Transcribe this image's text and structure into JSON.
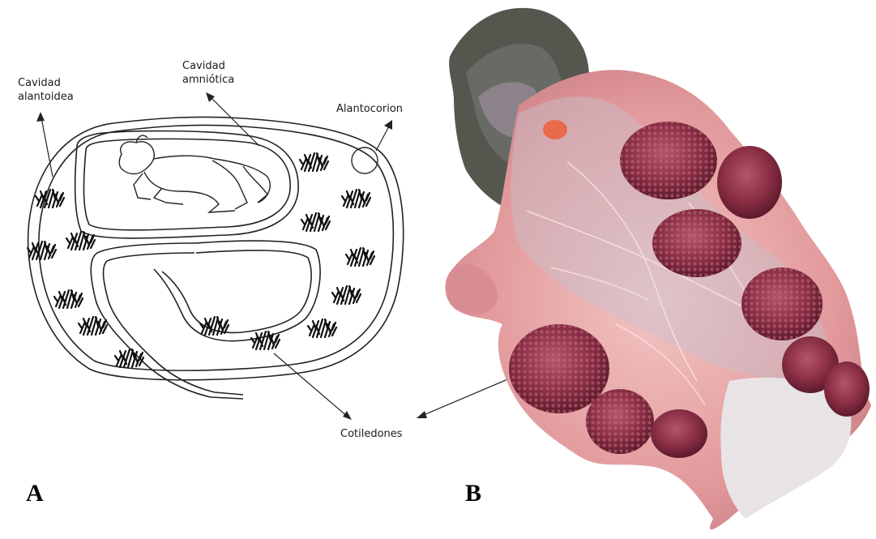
{
  "labels": {
    "cavidad_alantoidea": [
      "Cavidad",
      "alantoidea"
    ],
    "cavidad_amniotica": [
      "Cavidad",
      "amniótica"
    ],
    "alantocorion": "Alantocorion",
    "cotiledones": "Cotiledones"
  },
  "panels": {
    "a": "A",
    "b": "B"
  },
  "colors": {
    "ink": "#222222",
    "tissue_pink": "#e8a4a6",
    "membrane": "#c9c4cf",
    "cotyledon": "#8a2f45",
    "necrotic": "#4a4a48"
  }
}
